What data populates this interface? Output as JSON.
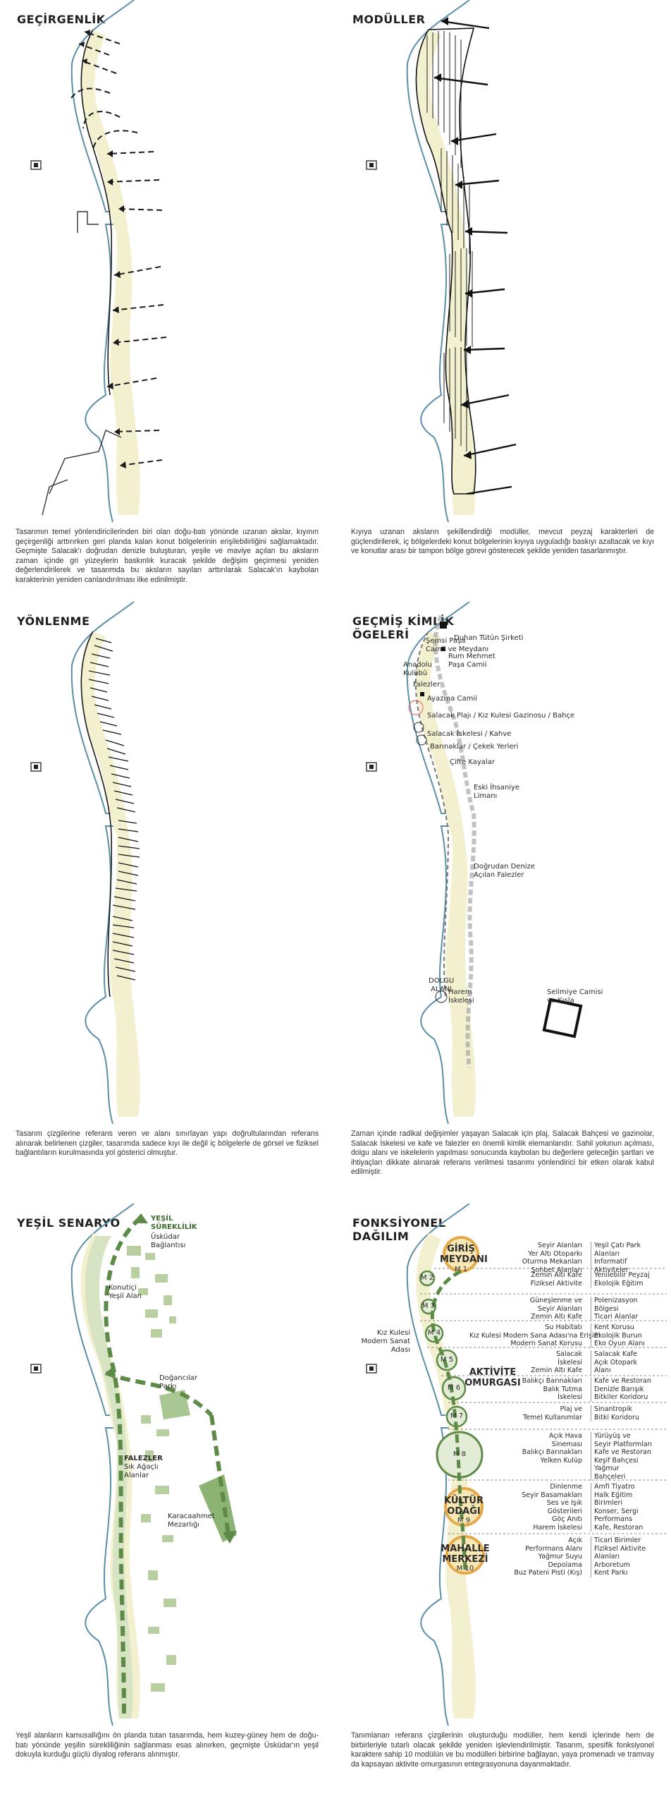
{
  "panels": {
    "p1": {
      "title": "GEÇİRGENLİK",
      "caption": "Tasarımın temel yönlendiricilerinden biri olan doğu-batı yönünde uzanan akslar, kıyının geçirgenliği arttırırken geri planda kalan konut bölgelerinin erişilebilirliğini sağlamaktadır. Geçmişte Salacak'ı doğrudan denizle buluşturan, yeşile ve maviye açılan bu aksların zaman içinde gri yüzeylerin baskınlık kuracak şekilde değişim geçirmesi yeniden değerlendirilerek ve tasarımda bu aksların sayıları arttırılarak Salacak'ın kaybolan karakterinin yeniden canlandırılması ilke edinilmiştir."
    },
    "p2": {
      "title": "MODÜLLER",
      "caption": "Kıyıya uzanan aksların şekillendirdiği modüller, mevcut peyzaj karakterleri de güçlendirilerek, iç bölgelerdeki konut bölgelerinin kıyıya uyguladığı baskıyı azaltacak ve kıyı ve konutlar arası bir tampon bölge görevi gösterecek şekilde yeniden tasarlanmıştır."
    },
    "p3": {
      "title": "YÖNLENME",
      "caption": "Tasarım çizgilerine referans veren ve alanı sınırlayan yapı doğrultularından referans alınarak belirlenen çizgiler, tasarımda sadece kıyı ile değil iç bölgelerle de görsel ve fiziksel bağlantıların kurulmasında yol gösterici olmuştur."
    },
    "p4": {
      "title_line1": "GEÇMİŞ KİMLİK",
      "title_line2": "ÖGELERİ",
      "caption": "Zaman içinde radikal değişimler yaşayan Salacak için plaj, Salacak Bahçesi ve gazinolar, Salacak İskelesi ve kafe ve falezler en önemli kimlik elemanlarıdır. Sahil yolunun açılması, dolgu alanı ve iskelelerin yapılması sonucunda kaybolan bu değerlere geleceğin şartları ve ihtiyaçları dikkate alınarak referans verilmesi tasarımı yönlendirici bir etken olarak kabul edilmiştir.",
      "labels": {
        "semsi": "Şemsi Paşa\nCamii ve Meydanı",
        "duhan": "Duhan Tütün Şirketi",
        "anadolu": "Anadolu\nKulübü",
        "rum": "Rum Mehmet\nPaşa Camii",
        "falezler": "Falezler",
        "ayazma": "Ayazma Camii",
        "plaj": "Salacak Plajı / Kız Kulesi Gazinosu / Bahçe",
        "iskele": "Salacak İskelesi / Kahve",
        "barinak": "Barınaklar / Çekek Yerleri",
        "cifte": "Çifte Kayalar",
        "eski": "Eski İhsaniye\nLimanı",
        "dogrudan": "Doğrudan Denize\nAçılan Falezler",
        "dolgu": "DOLGU\nALANI",
        "selimiye": "Selimiye Camisi\nve Kışla",
        "harem": "Harem\nİskelesi"
      }
    },
    "p5": {
      "title": "YEŞİL SENARYO",
      "caption": "Yeşil alanların kamusallığını ön planda tutan tasarımda, hem kuzey-güney hem de doğu-batı yönünde yeşilin sürekliliğinin sağlanması esas alınırken, geçmişte Üsküdar'ın yeşil dokuyla kurduğu güçlü diyalog referans alınmıştır.",
      "labels": {
        "sureklilik": "YEŞİL\nSÜREKLİLİK",
        "uskudar": "Üsküdar\nBağlantısı",
        "konutici": "Konutiçi\nYeşil Alan",
        "doganci": "Doğancılar\nParkı",
        "falezler": "FALEZLER",
        "sik": "Sık Ağaçlı\nAlanlar",
        "karaca": "Karacaahmet\nMezarlığı"
      }
    },
    "p6": {
      "title_line1": "FONKSİYONEL",
      "title_line2": "DAĞILIM",
      "caption": "Tanımlanan referans çizgilerinin oluşturduğu modüller, hem kendi içlerinde hem de birbirleriyle tutarlı olacak şekilde yeniden işlevlendirilmiştir. Tasarım, spesifik fonksiyonel karaktere sahip 10 modülün ve bu modülleri birbirine bağlayan, yaya promenadı ve tramvay da kapsayan aktivite omurgasının entegrasyonuna dayanmaktadır.",
      "kiz": "Kız Kulesi\nModern Sanat\nAdası",
      "nodes": {
        "giris": "GİRİŞ\nMEYDANI",
        "m1": "M 1",
        "m2": "M 2",
        "m3": "M 3",
        "m4": "M 4",
        "m5": "M 5",
        "m6": "M 6",
        "m7": "M 7",
        "m8": "M 8",
        "aktivite": "AKTİVİTE\nOMURGASI",
        "kultur": "KÜLTÜR\nODAĞI",
        "m9": "M 9",
        "mahalle": "MAHALLE\nMERKEZİ",
        "m10": "M 10"
      },
      "rows": [
        {
          "left": "Seyir Alanları\nYer Altı Otoparkı\nOturma Mekanları\nSohbet Alanları",
          "right": "Yeşil Çatı Park\nAlanları\nInformatif\nAktiviteler"
        },
        {
          "left": "Zemin Altı Kafe\nFiziksel Aktivite",
          "right": "Yenilebilir Peyzaj\nEkolojik Eğitim"
        },
        {
          "left": "Güneşlenme ve\nSeyir Alanları\nZemin Altı Kafe",
          "right": "Polenizasyon\nBölgesi\nTicari Alanlar"
        },
        {
          "left": "Su Habitatı\nKız Kulesi Modern Sana Adası'na Erişim\nModern Sanat Korusu",
          "right": "Kent Korusu\nEkolojik Burun\nEko Oyun Alanı"
        },
        {
          "left": "Salacak\nİskelesi\nZemin Altı Kafe",
          "right": "Salacak Kafe\nAçık Otopark\nAlanı"
        },
        {
          "left": "Balıkçı Barınakları\nBalık Tutma\nİskelesi",
          "right": "Kafe ve Restoran\nDenizle Barışık\nBitkiler Koridoru"
        },
        {
          "left": "Plaj ve\nTemel Kullanımlar",
          "right": "Sinantropik\nBitki Koridoru"
        },
        {
          "left": "Açık Hava\nSineması\nBalıkçı Barınakları\nYelken Kulüp",
          "right": "Yürüyüş ve\nSeyir Platformları\nKafe ve Restoran\nKeşif Bahçesi\nYağmur\nBahçeleri"
        },
        {
          "left": "Dinlenme\nSeyir Basamakları\nSes ve Işık\nGösterileri\nGöç Anıtı\nHarem İskelesi",
          "right": "Amfi Tiyatro\nHalk Eğitim\nBirimleri\nKonser, Sergi\nPerformans\nKafe, Restoran"
        },
        {
          "left": "Açık\nPerformans Alanı\nYağmur Suyu\nDepolama\nBuz Pateni Pisti (Kış)",
          "right": "Ticari Birimler\nFiziksel Aktivite\nAlanları\nArboretum\nKent Parkı"
        }
      ]
    }
  },
  "colors": {
    "coast": "#5b8fa8",
    "land": "#f3f0cf",
    "green_dark": "#5e8a47",
    "green_light": "#a9c792",
    "orange": "#e6a94a",
    "gray": "#8b8b8b"
  }
}
